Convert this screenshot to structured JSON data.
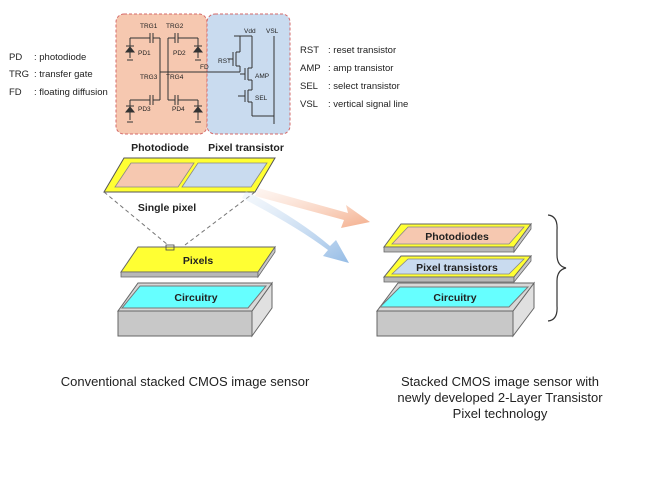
{
  "legend_left": {
    "pd": {
      "abbr": "PD",
      "desc": ": photodiode"
    },
    "trg": {
      "abbr": "TRG",
      "desc": ": transfer gate"
    },
    "fd": {
      "abbr": "FD",
      "desc": ": floating diffusion"
    }
  },
  "legend_right": {
    "rst": {
      "abbr": "RST",
      "desc": ": reset transistor"
    },
    "amp": {
      "abbr": "AMP",
      "desc": ": amp transistor"
    },
    "sel": {
      "abbr": "SEL",
      "desc": ": select transistor"
    },
    "vsl": {
      "abbr": "VSL",
      "desc": ": vertical signal line"
    }
  },
  "circuit": {
    "trg1": "TRG1",
    "trg2": "TRG2",
    "trg3": "TRG3",
    "trg4": "TRG4",
    "pd1": "PD1",
    "pd2": "PD2",
    "pd3": "PD3",
    "pd4": "PD4",
    "fd": "FD",
    "vdd": "Vdd",
    "vsl": "VSL",
    "rst": "RST",
    "amp": "AMP",
    "sel": "SEL",
    "photodiode_color": "#f6c8b0",
    "transistor_color": "#c9dbef"
  },
  "single_pixel": {
    "photodiode_label": "Photodiode",
    "transistor_label": "Pixel transistor",
    "caption": "Single pixel"
  },
  "conventional": {
    "pixels_label": "Pixels",
    "circuitry_label": "Circuitry",
    "caption": "Conventional stacked CMOS image sensor"
  },
  "stacked": {
    "photodiodes_label": "Photodiodes",
    "pixel_transistors_label": "Pixel transistors",
    "circuitry_label": "Circuitry",
    "caption_line1": "Stacked CMOS image sensor with",
    "caption_line2": "newly developed 2-Layer Transistor",
    "caption_line3": "Pixel technology"
  },
  "colors": {
    "pixel_yellow": "#ffff33",
    "circuitry_cyan": "#66ffff",
    "gray_block": "#d4d4d4",
    "arrow_orange": "#f4b89a",
    "arrow_blue": "#9dc3e6"
  }
}
